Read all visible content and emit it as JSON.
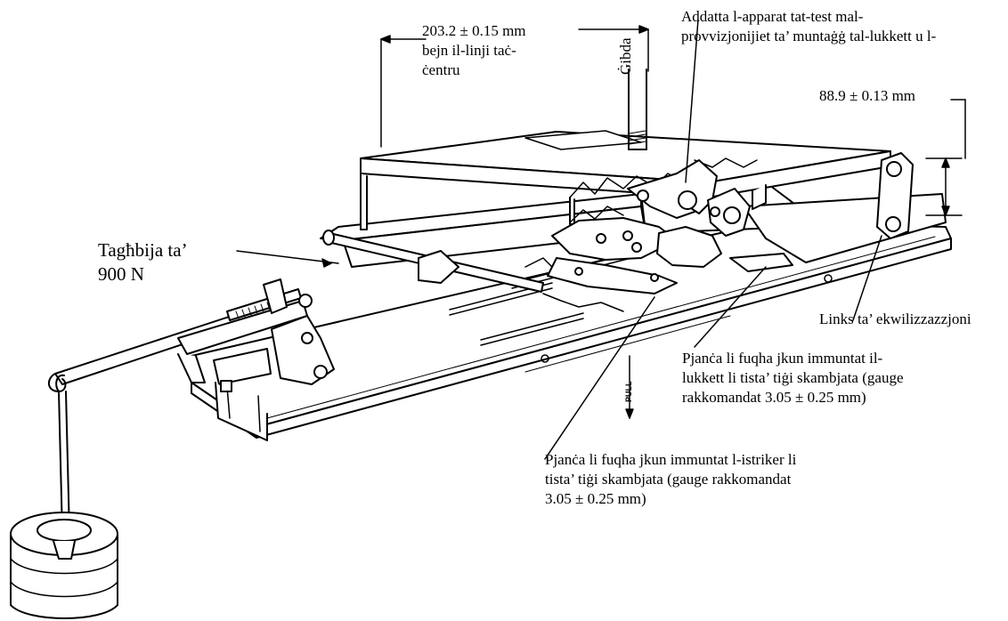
{
  "labels": {
    "dimension_203": {
      "lines": [
        "203.2 ± 0.15 mm",
        "bejn il-linji taċ-",
        "ċentru"
      ]
    },
    "instruction_top": {
      "lines": [
        "Addatta l-apparat tat-test mal-",
        "provvizjonijiet ta’ muntaġġ tal-lukkett u l-"
      ]
    },
    "gibda": "Ġibda",
    "dimension_88": "88.9 ± 0.13 mm",
    "load": {
      "lines": [
        "Tagħbija ta’",
        "900 N"
      ]
    },
    "links": "Links ta’ ekwilizzazzjoni",
    "plate_latch": {
      "lines": [
        "Pjanċa li fuqha jkun immuntat il-",
        "lukkett li tista’ tiġi skambjata (gauge",
        "rakkomandat 3.05 ± 0.25 mm)"
      ]
    },
    "plate_striker": {
      "lines": [
        "Pjanċa li fuqha jkun immuntat l-istriker li",
        "tista’ tiġi skambjata (gauge rakkomandat",
        "3.05 ± 0.25 mm)"
      ]
    },
    "pull_mark": "PULL"
  },
  "colors": {
    "ink": "#000000",
    "paper": "#ffffff"
  }
}
